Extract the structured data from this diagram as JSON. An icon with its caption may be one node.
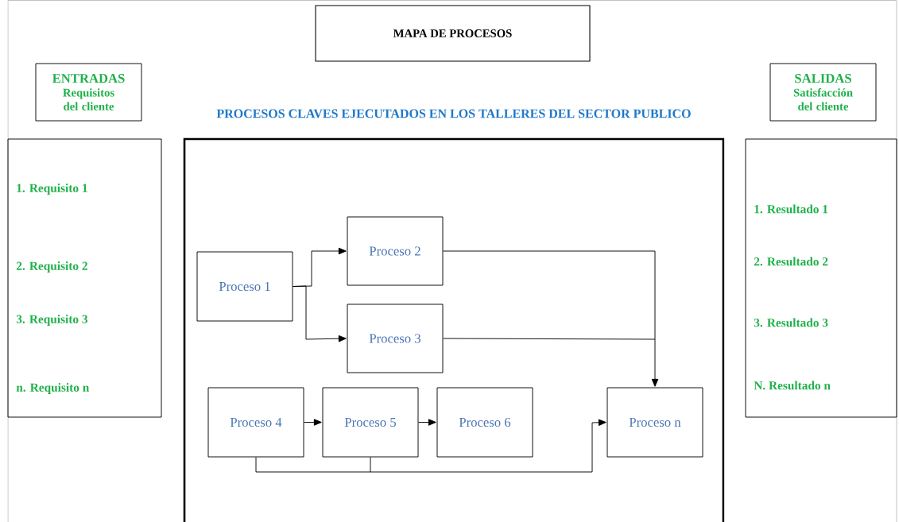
{
  "diagram": {
    "nodes": [
      {
        "text": [
          "MAPA DE PROCESOS"
        ]
      },
      {
        "text": [
          "ENTRADAS",
          "Requisitos del cliente"
        ]
      },
      {
        "text": [
          "SALIDAS",
          "Satisfacción del cliente"
        ]
      },
      {
        "text": [
          "1. Requisito 1",
          "2. Requisito 2",
          "3. Requisito 3",
          "n. Requisito n"
        ]
      },
      {
        "text": [
          "PROCESOS CLAVES EJECUTADOS EN LOS TALLERES DEL SECTOR PUBLICO"
        ]
      },
      {
        "text": [
          "1. Resultado 1",
          "2. Resultado 2",
          "3. Resultado 3",
          "N. Resultado n"
        ]
      },
      {
        "text": [
          "Proceso 1"
        ],
        "in": 4
      },
      {
        "text": [
          "Proceso 2"
        ],
        "in": 4
      },
      {
        "text": [
          "Proceso 3"
        ],
        "in": 4
      },
      {
        "text": [
          "Proceso 4"
        ],
        "in": 4
      },
      {
        "text": [
          "Proceso 5"
        ],
        "in": 4
      },
      {
        "text": [
          "Proceso 6"
        ],
        "in": 4
      },
      {
        "text": [
          "Proceso n"
        ],
        "in": 4
      }
    ],
    "edges": [
      {
        "from": 6,
        "to": 7,
        "arrow": "to"
      },
      {
        "from": 6,
        "to": 8,
        "arrow": "to"
      },
      {
        "from": 7,
        "to": 12,
        "arrow": "to"
      },
      {
        "from": 8,
        "to": 12,
        "arrow": "to"
      },
      {
        "from": 9,
        "to": 10,
        "arrow": "to"
      },
      {
        "from": 10,
        "to": 11,
        "arrow": "to"
      },
      {
        "from": 9,
        "to": 12,
        "arrow": "to"
      },
      {
        "from": 10,
        "to": 12,
        "arrow": "to"
      }
    ]
  }
}
